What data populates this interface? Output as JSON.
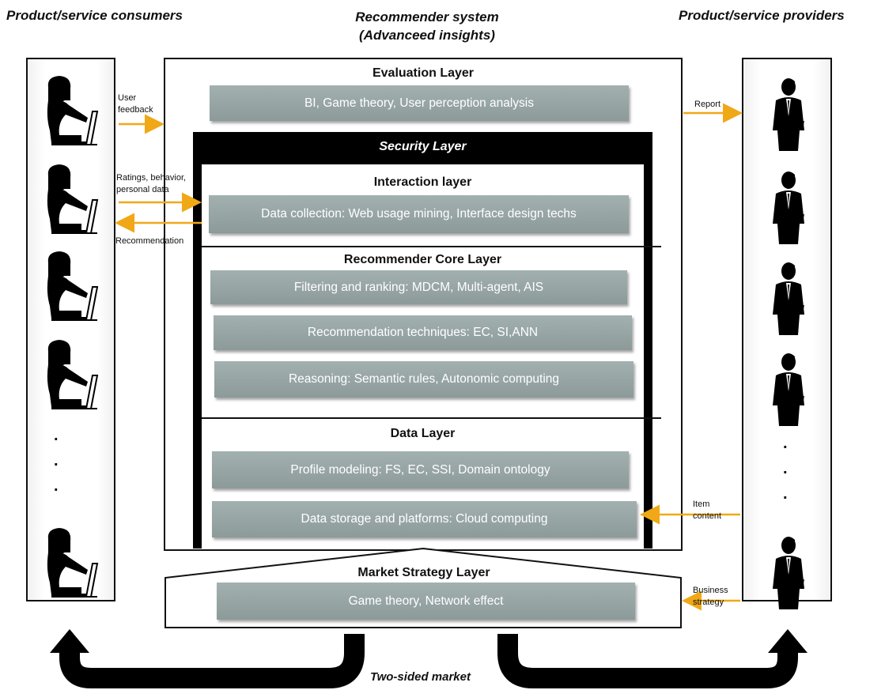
{
  "headers": {
    "consumers": "Product/service consumers",
    "system_line1": "Recommender system",
    "system_line2": "(Advanceed insights)",
    "providers": "Product/service providers"
  },
  "layers": {
    "evaluation": {
      "title": "Evaluation Layer",
      "items": [
        "BI, Game theory, User perception analysis"
      ]
    },
    "security": {
      "title": "Security Layer"
    },
    "interaction": {
      "title": "Interaction layer",
      "items": [
        "Data collection: Web usage mining, Interface design techs"
      ]
    },
    "core": {
      "title": "Recommender Core Layer",
      "items": [
        "Filtering and ranking: MDCM, Multi-agent, AIS",
        "Recommendation techniques: EC, SI,ANN",
        "Reasoning: Semantic rules, Autonomic computing"
      ]
    },
    "data": {
      "title": "Data Layer",
      "items": [
        "Profile modeling: FS, EC, SSI, Domain ontology",
        "Data storage and platforms: Cloud computing"
      ]
    },
    "market": {
      "title": "Market Strategy Layer",
      "items": [
        "Game theory, Network effect"
      ]
    }
  },
  "flows": {
    "user_feedback": [
      "User",
      "feedback"
    ],
    "ratings": [
      "Ratings, behavior,",
      "personal data"
    ],
    "recommendation": "Recommendation",
    "report": "Report",
    "item_content": [
      "Item",
      "content"
    ],
    "business_strategy": [
      "Business",
      "strategy"
    ]
  },
  "ellipsis": ".",
  "bottom_label": "Two-sided market",
  "colors": {
    "arrow": "#f0a817",
    "bar": "#98a5a5",
    "border": "#111111"
  },
  "icons": {
    "consumer": "person-at-laptop-icon",
    "provider": "businessman-icon"
  }
}
